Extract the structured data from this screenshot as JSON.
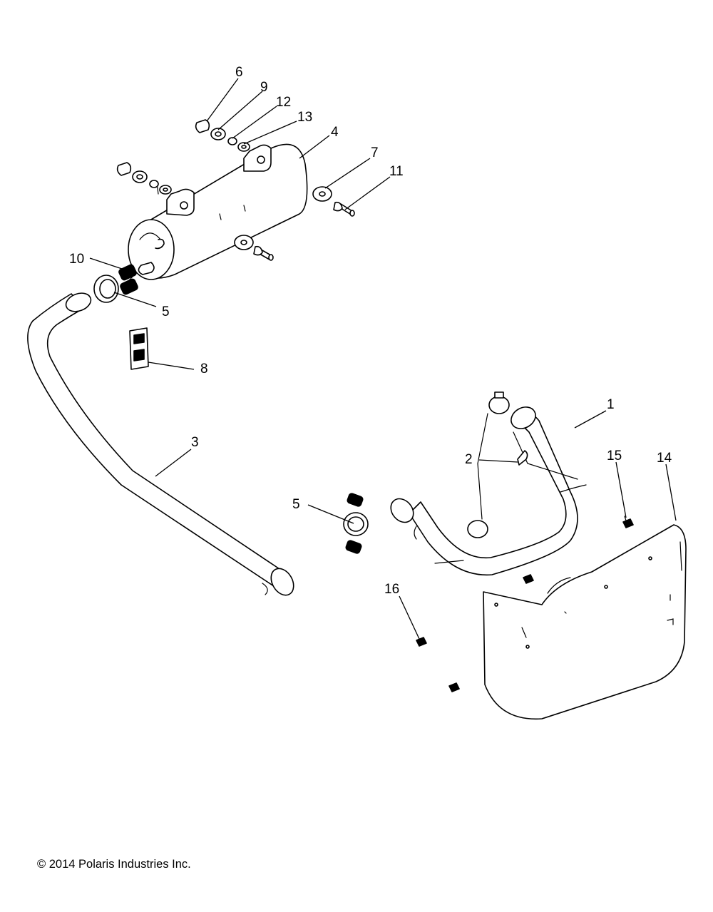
{
  "diagram": {
    "callouts": [
      "1",
      "2",
      "3",
      "4",
      "5",
      "5",
      "6",
      "7",
      "8",
      "9",
      "10",
      "11",
      "12",
      "13",
      "14",
      "15",
      "16"
    ]
  },
  "footer": {
    "copyright": "© 2014 Polaris Industries Inc."
  }
}
